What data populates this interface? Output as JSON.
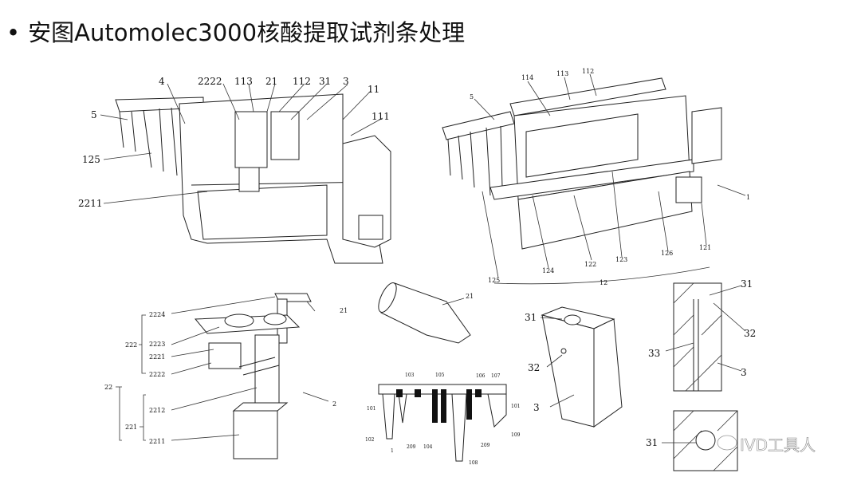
{
  "title": "安图Automolec3000核酸提取试剂条处理",
  "figures": {
    "fig1": {
      "labels": [
        "5",
        "4",
        "2222",
        "113",
        "21",
        "112",
        "31",
        "3",
        "11",
        "111",
        "125",
        "2211"
      ]
    },
    "fig2": {
      "labels": [
        "5",
        "114",
        "113",
        "112",
        "1",
        "125",
        "124",
        "122",
        "123",
        "126",
        "121",
        "12"
      ]
    },
    "fig3": {
      "labels": [
        "2224",
        "21",
        "2223",
        "2221",
        "2222",
        "222",
        "22",
        "2212",
        "2",
        "221",
        "2211"
      ]
    },
    "fig4": {
      "labels": [
        "21"
      ]
    },
    "fig5": {
      "labels": [
        "103",
        "105",
        "106",
        "107",
        "101",
        "101",
        "102",
        "1",
        "209",
        "104",
        "209",
        "109",
        "108"
      ]
    },
    "fig6": {
      "labels": [
        "31",
        "32",
        "3"
      ]
    },
    "fig7": {
      "labels": [
        "31",
        "32",
        "33",
        "3"
      ]
    },
    "fig8": {
      "labels": [
        "31"
      ]
    }
  },
  "watermark": "IVD工具人"
}
